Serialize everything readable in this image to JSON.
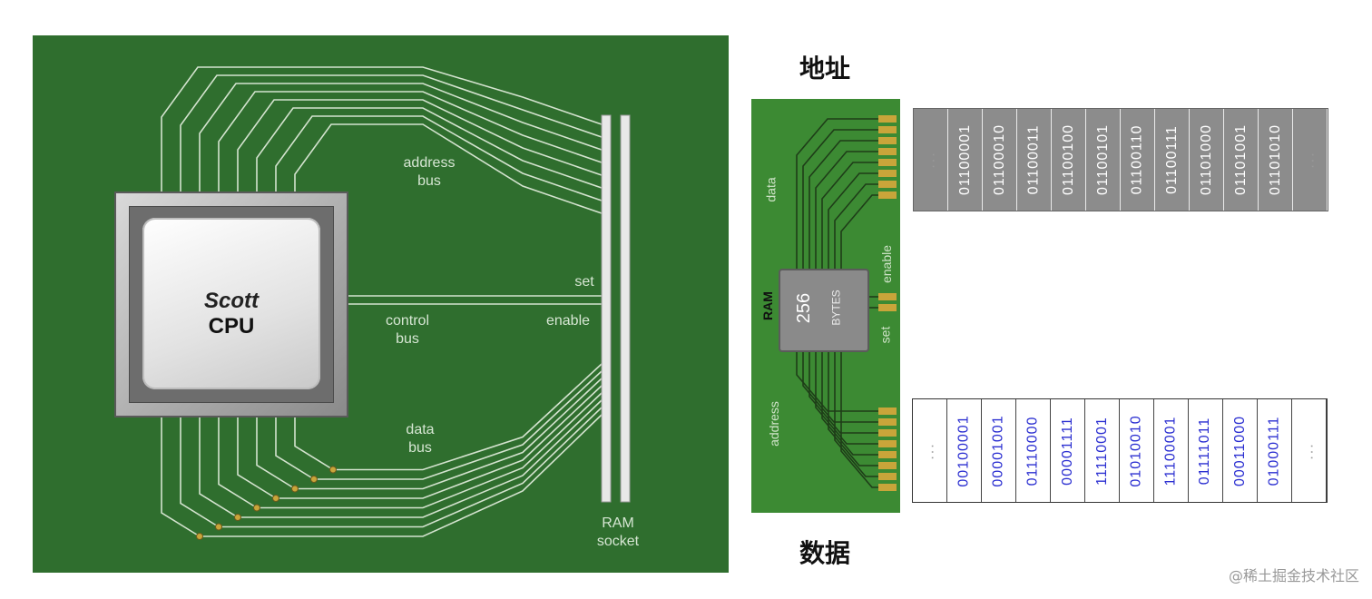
{
  "board": {
    "cpu_name": "Scott",
    "cpu_type": "CPU",
    "address_bus": [
      "address",
      "bus"
    ],
    "control_bus": [
      "control",
      "bus"
    ],
    "data_bus": [
      "data",
      "bus"
    ],
    "set": "set",
    "enable": "enable",
    "ram_socket": [
      "RAM",
      "socket"
    ]
  },
  "headings": {
    "address": "地址",
    "data": "数据"
  },
  "ram_module": {
    "ram": "RAM",
    "capacity": "256",
    "unit": "BYTES",
    "data_label": "data",
    "enable_label": "enable",
    "set_label": "set",
    "address_label": "address"
  },
  "address_strip": [
    "...",
    "01100001",
    "01100010",
    "01100011",
    "01100100",
    "01100101",
    "01100110",
    "01100111",
    "01101000",
    "01101001",
    "01101010",
    "..."
  ],
  "data_strip": [
    "...",
    "00100001",
    "00001001",
    "01110000",
    "00001111",
    "11110001",
    "01010010",
    "11100001",
    "01111011",
    "00011000",
    "01000111",
    "..."
  ],
  "watermark": "@稀土掘金技术社区",
  "colors": {
    "board": "#2f6e2e",
    "trace": "#d4e3cf",
    "ram_board": "#3c8a33",
    "data_text": "#2b2fd1"
  }
}
